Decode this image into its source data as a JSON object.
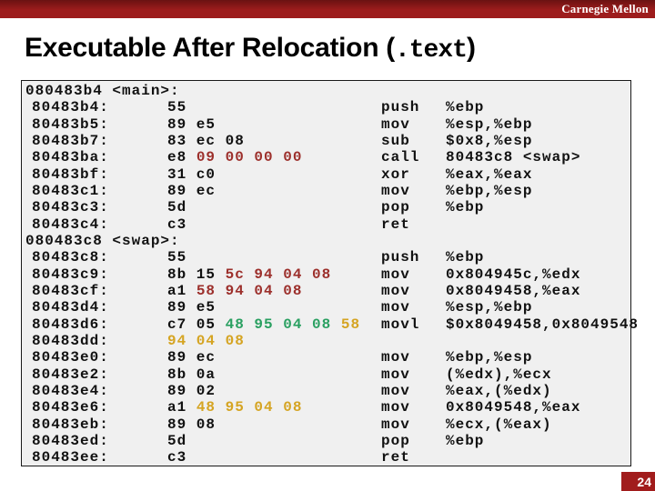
{
  "header": {
    "brand": "Carnegie Mellon"
  },
  "title": {
    "prefix": "Executable After Relocation (",
    "code": ".text",
    "suffix": ")"
  },
  "footer": {
    "page_number": "24"
  },
  "colors": {
    "header_bar": "#9d1c1c",
    "header_bar_top": "#6a1212",
    "page_badge": "#a11c1c",
    "code_box_bg": "#f0f0f0",
    "code_text": "#111111",
    "byte_red": "#9c2f2b",
    "byte_green": "#2aa061",
    "byte_gold": "#d5a422"
  },
  "code": {
    "lines": [
      {
        "type": "label",
        "text": "080483b4 <main>:"
      },
      {
        "type": "code",
        "address": "80483b4:",
        "bytes": [
          {
            "text": "55",
            "color": "default"
          }
        ],
        "mnemonic": "push",
        "operands": "%ebp"
      },
      {
        "type": "code",
        "address": "80483b5:",
        "bytes": [
          {
            "text": "89 e5",
            "color": "default"
          }
        ],
        "mnemonic": "mov",
        "operands": "%esp,%ebp"
      },
      {
        "type": "code",
        "address": "80483b7:",
        "bytes": [
          {
            "text": "83 ec 08",
            "color": "default"
          }
        ],
        "mnemonic": "sub",
        "operands": "$0x8,%esp"
      },
      {
        "type": "code",
        "address": "80483ba:",
        "bytes": [
          {
            "text": "e8",
            "color": "default"
          },
          {
            "text": "09 00 00 00",
            "color": "red"
          }
        ],
        "mnemonic": "call",
        "operands": "80483c8 <swap>"
      },
      {
        "type": "code",
        "address": "80483bf:",
        "bytes": [
          {
            "text": "31 c0",
            "color": "default"
          }
        ],
        "mnemonic": "xor",
        "operands": "%eax,%eax"
      },
      {
        "type": "code",
        "address": "80483c1:",
        "bytes": [
          {
            "text": "89 ec",
            "color": "default"
          }
        ],
        "mnemonic": "mov",
        "operands": "%ebp,%esp"
      },
      {
        "type": "code",
        "address": "80483c3:",
        "bytes": [
          {
            "text": "5d",
            "color": "default"
          }
        ],
        "mnemonic": "pop",
        "operands": "%ebp"
      },
      {
        "type": "code",
        "address": "80483c4:",
        "bytes": [
          {
            "text": "c3",
            "color": "default"
          }
        ],
        "mnemonic": "ret",
        "operands": ""
      },
      {
        "type": "label",
        "text": "080483c8 <swap>:"
      },
      {
        "type": "code",
        "address": "80483c8:",
        "bytes": [
          {
            "text": "55",
            "color": "default"
          }
        ],
        "mnemonic": "push",
        "operands": "%ebp"
      },
      {
        "type": "code",
        "address": "80483c9:",
        "bytes": [
          {
            "text": "8b 15",
            "color": "default"
          },
          {
            "text": "5c 94 04 08",
            "color": "red"
          }
        ],
        "mnemonic": "mov",
        "operands": "0x804945c,%edx"
      },
      {
        "type": "code",
        "address": "80483cf:",
        "bytes": [
          {
            "text": "a1",
            "color": "default"
          },
          {
            "text": "58 94 04 08",
            "color": "red"
          }
        ],
        "mnemonic": "mov",
        "operands": "0x8049458,%eax"
      },
      {
        "type": "code",
        "address": "80483d4:",
        "bytes": [
          {
            "text": "89 e5",
            "color": "default"
          }
        ],
        "mnemonic": "mov",
        "operands": "%esp,%ebp"
      },
      {
        "type": "code",
        "address": "80483d6:",
        "bytes": [
          {
            "text": "c7 05",
            "color": "default"
          },
          {
            "text": "48 95 04 08",
            "color": "green"
          },
          {
            "text": "58",
            "color": "gold"
          }
        ],
        "mnemonic": "movl",
        "operands": "$0x8049458,0x8049548"
      },
      {
        "type": "code",
        "address": "80483dd:",
        "bytes": [
          {
            "text": "94 04 08",
            "color": "gold"
          }
        ],
        "mnemonic": "",
        "operands": ""
      },
      {
        "type": "code",
        "address": "80483e0:",
        "bytes": [
          {
            "text": "89 ec",
            "color": "default"
          }
        ],
        "mnemonic": "mov",
        "operands": "%ebp,%esp"
      },
      {
        "type": "code",
        "address": "80483e2:",
        "bytes": [
          {
            "text": "8b 0a",
            "color": "default"
          }
        ],
        "mnemonic": "mov",
        "operands": "(%edx),%ecx"
      },
      {
        "type": "code",
        "address": "80483e4:",
        "bytes": [
          {
            "text": "89 02",
            "color": "default"
          }
        ],
        "mnemonic": "mov",
        "operands": "%eax,(%edx)"
      },
      {
        "type": "code",
        "address": "80483e6:",
        "bytes": [
          {
            "text": "a1",
            "color": "default"
          },
          {
            "text": "48 95 04 08",
            "color": "gold"
          }
        ],
        "mnemonic": "mov",
        "operands": "0x8049548,%eax"
      },
      {
        "type": "code",
        "address": "80483eb:",
        "bytes": [
          {
            "text": "89 08",
            "color": "default"
          }
        ],
        "mnemonic": "mov",
        "operands": "%ecx,(%eax)"
      },
      {
        "type": "code",
        "address": "80483ed:",
        "bytes": [
          {
            "text": "5d",
            "color": "default"
          }
        ],
        "mnemonic": "pop",
        "operands": "%ebp"
      },
      {
        "type": "code",
        "address": "80483ee:",
        "bytes": [
          {
            "text": "c3",
            "color": "default"
          }
        ],
        "mnemonic": "ret",
        "operands": ""
      }
    ]
  }
}
